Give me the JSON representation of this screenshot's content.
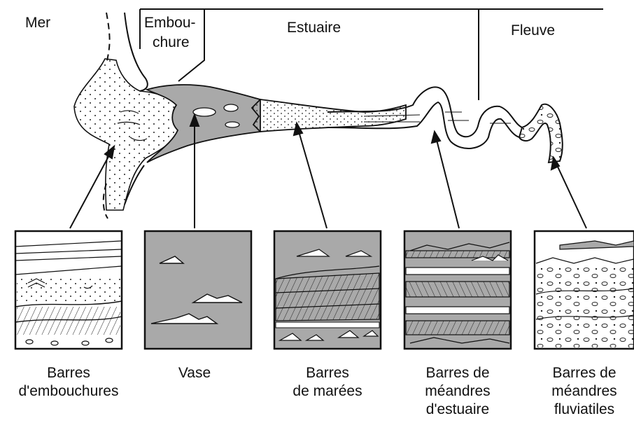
{
  "zones": {
    "sea": "Mer",
    "mouth_line1": "Embou-",
    "mouth_line2": "chure",
    "estuary": "Estuaire",
    "river": "Fleuve"
  },
  "panels": [
    {
      "line1": "Barres",
      "line2": "d'embouchures",
      "line3": ""
    },
    {
      "line1": "Vase",
      "line2": "",
      "line3": ""
    },
    {
      "line1": "Barres",
      "line2": "de marées",
      "line3": ""
    },
    {
      "line1": "Barres de",
      "line2": "méandres",
      "line3": "d'estuaire"
    },
    {
      "line1": "Barres de",
      "line2": "méandres",
      "line3": "fluviatiles"
    }
  ],
  "colors": {
    "mud_gray": "#a9a9a9",
    "ink": "#111111",
    "sand": "#ffffff"
  }
}
